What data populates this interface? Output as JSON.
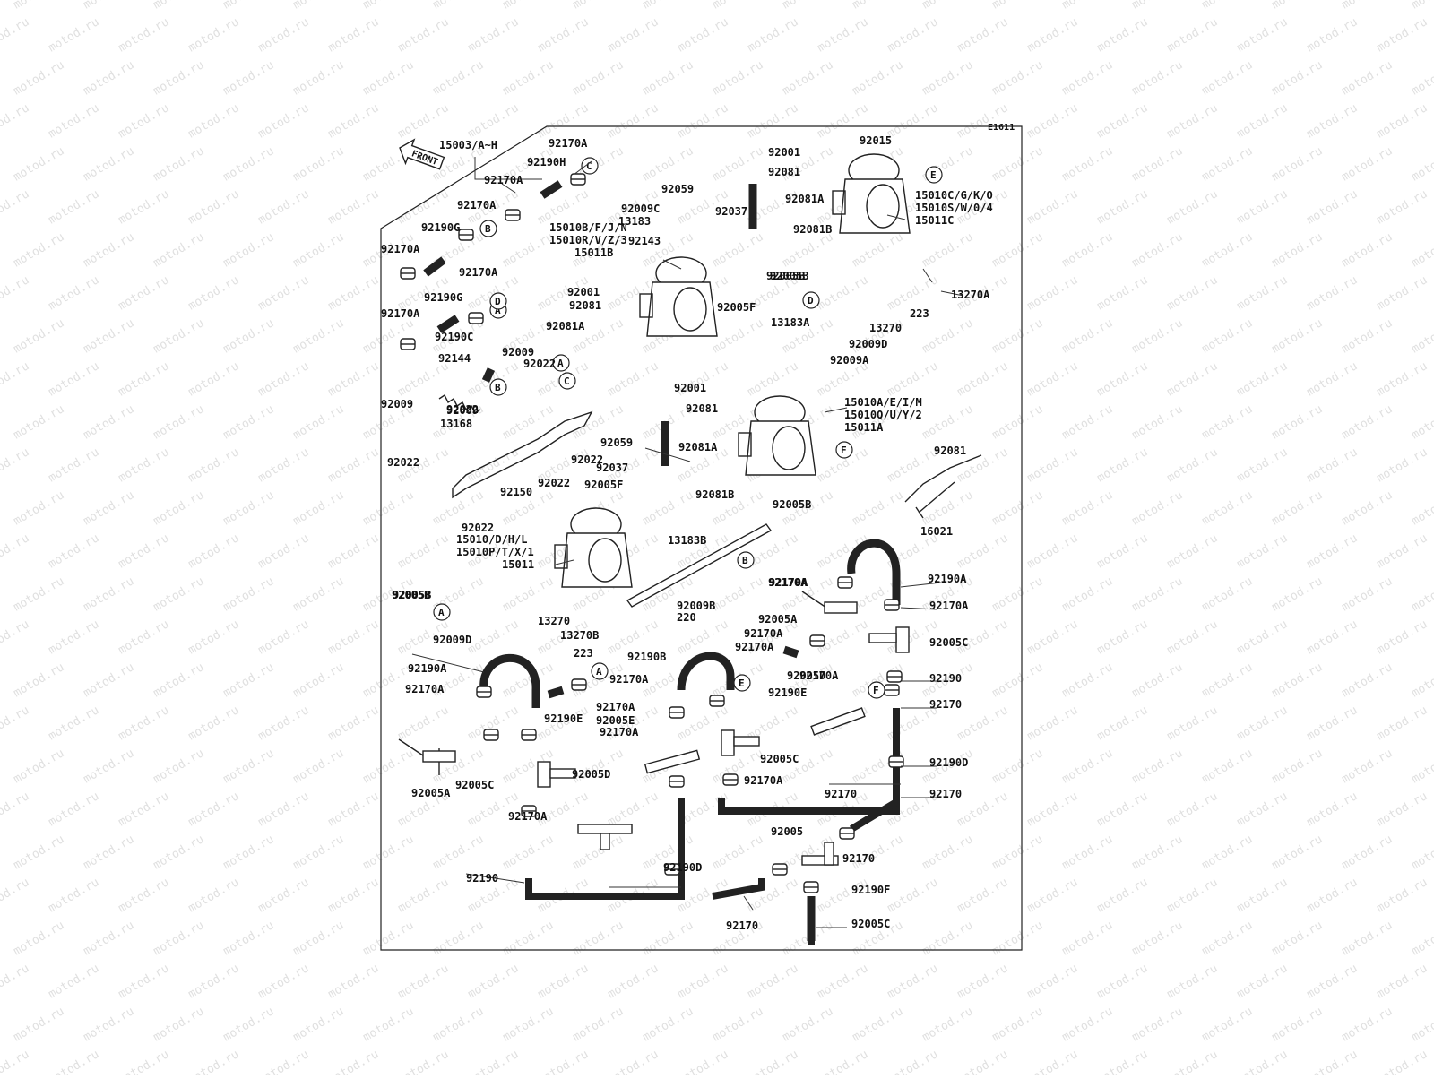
{
  "watermark": "motod.ru",
  "diagram_code": "E1611",
  "front_label": "FRONT",
  "callouts": [
    "A",
    "B",
    "C",
    "D",
    "E",
    "F"
  ],
  "labels": [
    "15003/A~H",
    "92170A",
    "92190H",
    "92170A",
    "92170A",
    "92190G",
    "92170A",
    "92170A",
    "92190G",
    "92170A",
    "92190C",
    "92144",
    "92009",
    "92022",
    "92009",
    "92022",
    "13168",
    "92009",
    "92022",
    "92022",
    "92022",
    "92150",
    "92022",
    "15010B/F/J/N",
    "15010R/V/Z/3",
    "15011B",
    "92001",
    "92081",
    "92081A",
    "92009C",
    "13183",
    "92143",
    "92059",
    "92037",
    "92005B",
    "92005F",
    "92005B",
    "92001",
    "92081",
    "92081A",
    "92081B",
    "92015",
    "15010C/G/K/O",
    "15010S/W/0/4",
    "15011C",
    "13270A",
    "223",
    "13270",
    "92009D",
    "13183A",
    "92009A",
    "92001",
    "92081",
    "15010A/E/I/M",
    "15010Q/U/Y/2",
    "15011A",
    "92059",
    "92081A",
    "92037",
    "92005F",
    "92081B",
    "92005B",
    "92081",
    "16021",
    "15010/D/H/L",
    "15010P/T/X/1",
    "15011",
    "13183B",
    "92005B",
    "92170A",
    "92190A",
    "92170A",
    "92005A",
    "92170A",
    "92170A",
    "92005C",
    "92170A",
    "92005B",
    "13270",
    "92009D",
    "13270B",
    "223",
    "92009B",
    "220",
    "92190B",
    "92190A",
    "92170A",
    "92170A",
    "92190E",
    "92170A",
    "92170A",
    "92005E",
    "92005D",
    "92190E",
    "92005D",
    "92170A",
    "92190",
    "92005C",
    "92170A",
    "92005A",
    "92005C",
    "92170A",
    "92190",
    "92170",
    "92190D",
    "92170",
    "92170",
    "92005",
    "92170",
    "92190D",
    "92190F",
    "92170",
    "92005C"
  ]
}
